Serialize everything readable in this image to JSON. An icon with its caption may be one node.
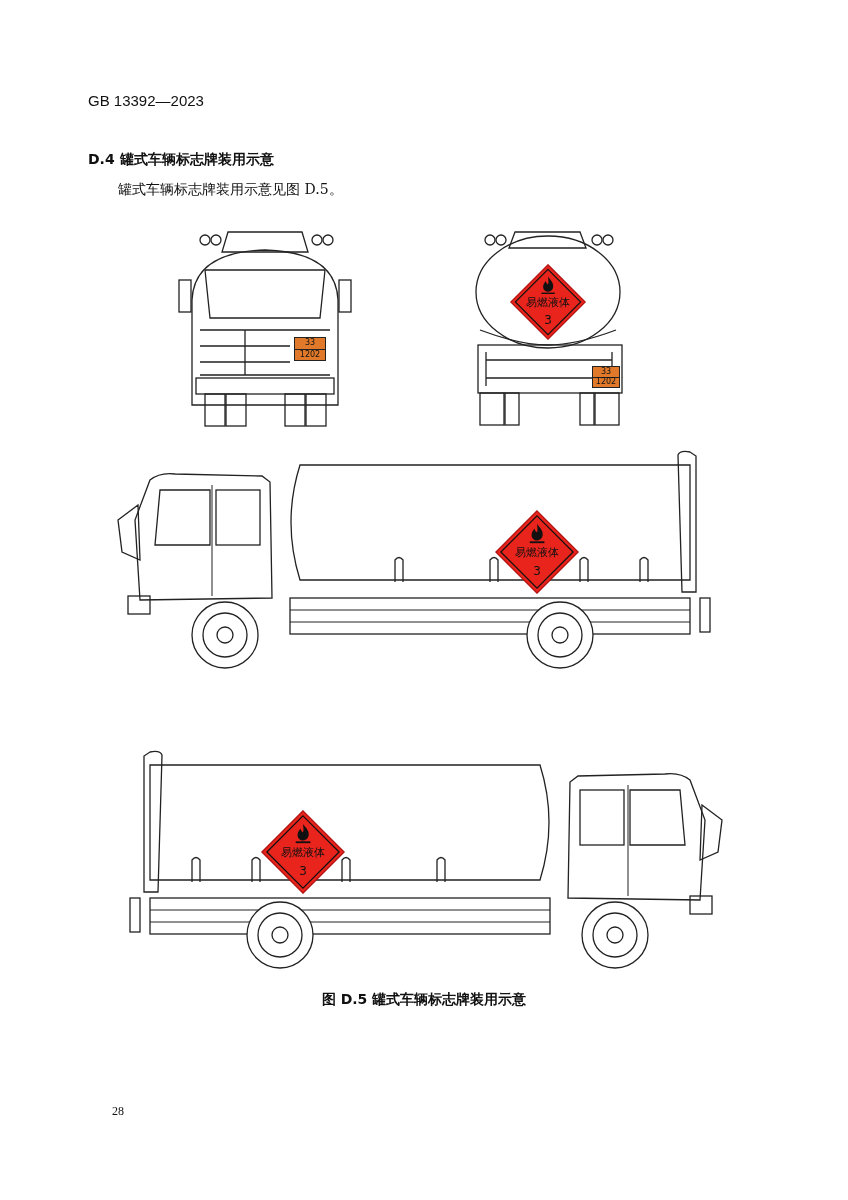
{
  "diagram": {
    "title": "D.4 罐式车辆标志牌装用示意",
    "caption": "图 D.5 罐式车辆标志牌装用示意",
    "nodes": [
      {
        "text": [
          "33",
          "1202"
        ]
      },
      {
        "text": [
          "易燃液体",
          "3"
        ]
      },
      {
        "text": [
          "33",
          "1202"
        ]
      },
      {
        "text": [
          "易燃液体",
          "3"
        ]
      },
      {
        "text": [
          "易燃液体",
          "3"
        ]
      }
    ],
    "labels": [
      "GB 13392—2023",
      "罐式车辆标志牌装用示意见图 D.5。",
      "28"
    ]
  }
}
